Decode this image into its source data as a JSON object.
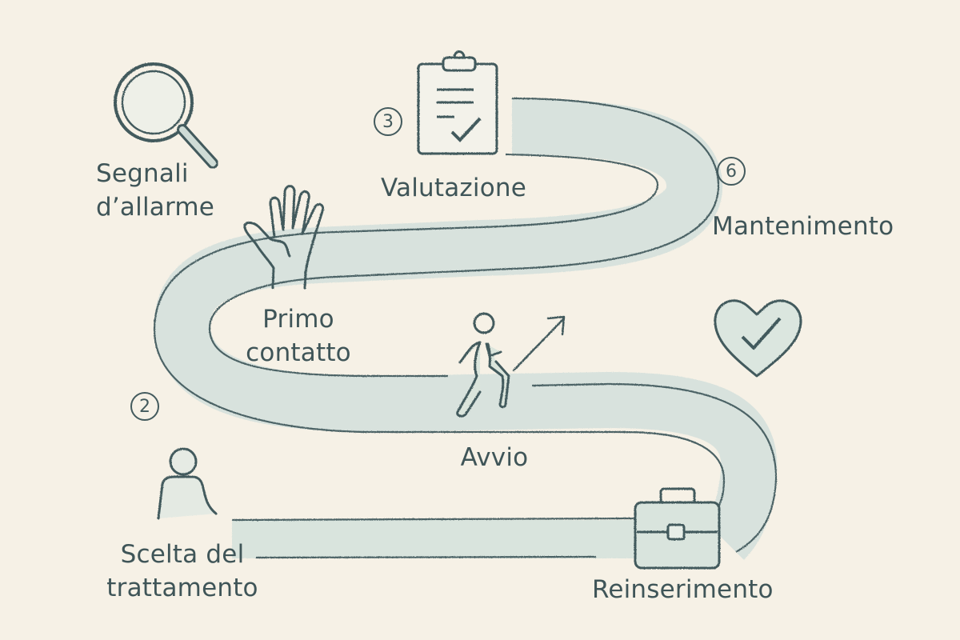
{
  "diagram": {
    "type": "winding-road-process",
    "style": "pencil sketch",
    "colors": {
      "background": "#f6f1e6",
      "stroke": "#435a5d",
      "road_fill": "#d6e2dc",
      "text": "#3f5558"
    },
    "stages": [
      {
        "id": "segnali",
        "label_line1": "Segnali",
        "label_line2": "d’allarme",
        "icon": "magnifier-icon",
        "badge": ""
      },
      {
        "id": "primo-contatto",
        "label_line1": "Primo",
        "label_line2": "contatto",
        "icon": "raised-hand-icon",
        "badge": ""
      },
      {
        "id": "scelta",
        "label_line1": "Scelta del",
        "label_line2": "trattamento",
        "icon": "person-icon",
        "badge": "2"
      },
      {
        "id": "valutazione",
        "label_line1": "Valutazione",
        "label_line2": "",
        "icon": "clipboard-check-icon",
        "badge": "3"
      },
      {
        "id": "avvio",
        "label_line1": "Avvio",
        "label_line2": "",
        "icon": "walking-person-arrow-icon",
        "badge": ""
      },
      {
        "id": "reinserimento",
        "label_line1": "Reinserimento",
        "label_line2": "",
        "icon": "briefcase-icon",
        "badge": ""
      },
      {
        "id": "mantenimento",
        "label_line1": "Mantenimento",
        "label_line2": "",
        "icon": "heart-check-icon",
        "badge": "6"
      }
    ]
  }
}
